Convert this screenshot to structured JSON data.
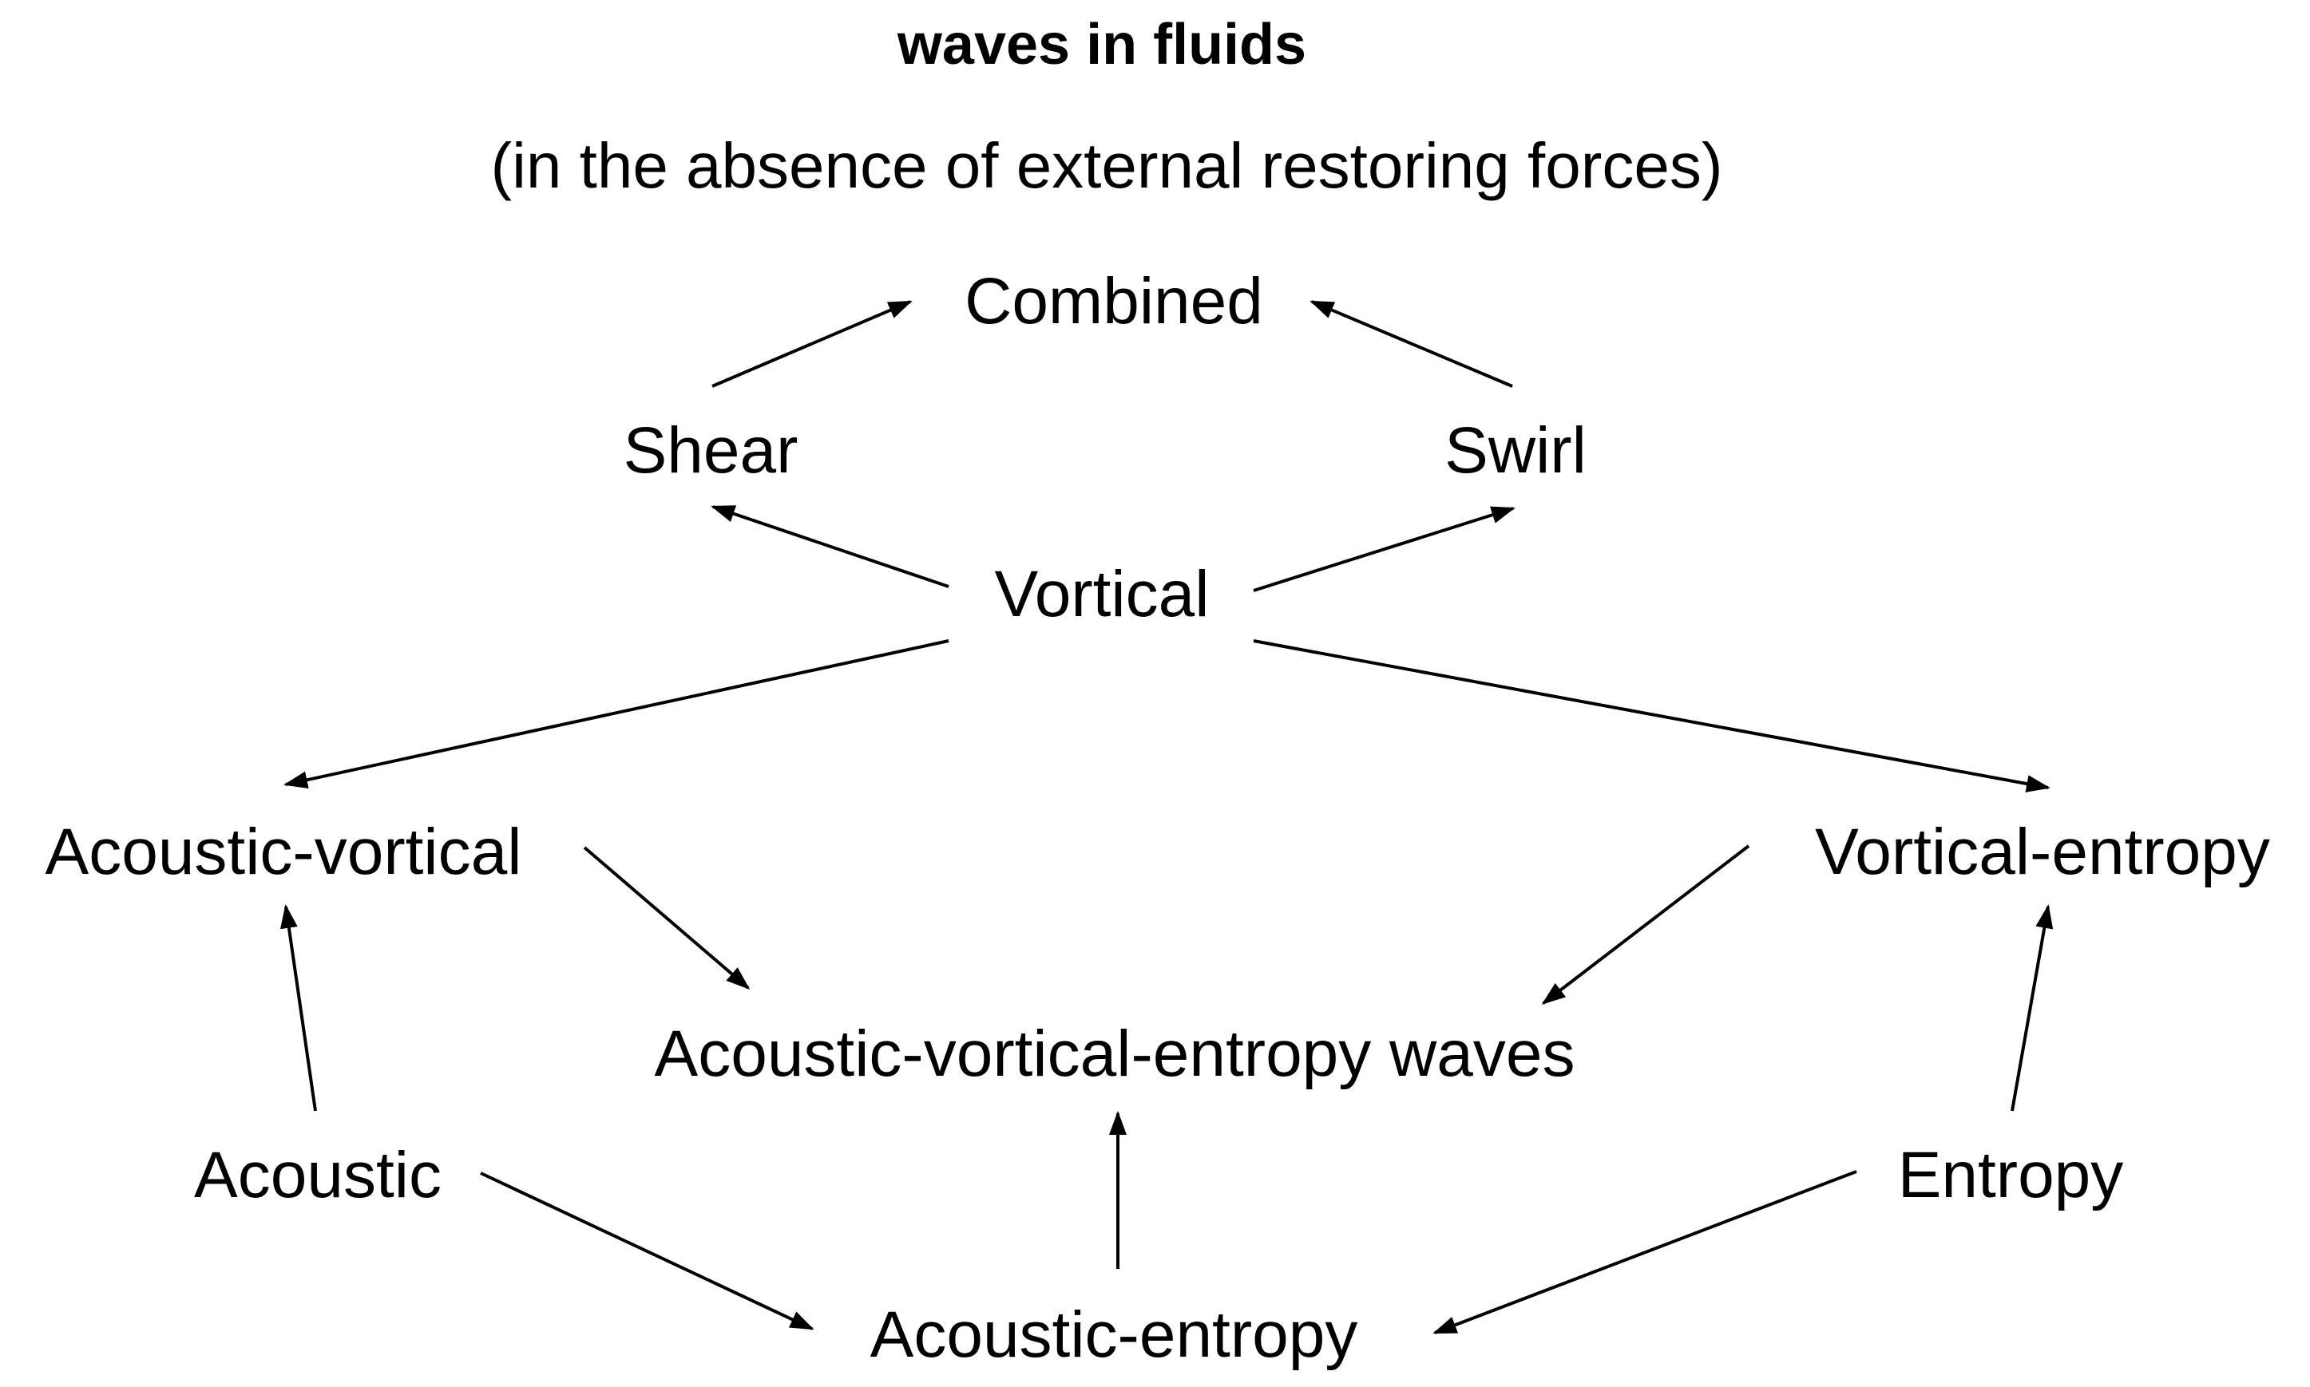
{
  "title": "waves in fluids",
  "subtitle": "(in the absence of external restoring forces)",
  "nodes": {
    "combined": "Combined",
    "shear": "Shear",
    "swirl": "Swirl",
    "vortical": "Vortical",
    "acoustic_vortical": "Acoustic-vortical",
    "vortical_entropy": "Vortical-entropy",
    "ave": "Acoustic-vortical-entropy waves",
    "acoustic": "Acoustic",
    "entropy": "Entropy",
    "acoustic_entropy": "Acoustic-entropy"
  },
  "edges": [
    {
      "from": "Shear",
      "to": "Combined"
    },
    {
      "from": "Swirl",
      "to": "Combined"
    },
    {
      "from": "Vortical",
      "to": "Shear"
    },
    {
      "from": "Vortical",
      "to": "Swirl"
    },
    {
      "from": "Vortical",
      "to": "Acoustic-vortical"
    },
    {
      "from": "Vortical",
      "to": "Vortical-entropy"
    },
    {
      "from": "Acoustic-vortical",
      "to": "Acoustic-vortical-entropy waves"
    },
    {
      "from": "Vortical-entropy",
      "to": "Acoustic-vortical-entropy waves"
    },
    {
      "from": "Acoustic",
      "to": "Acoustic-vortical"
    },
    {
      "from": "Entropy",
      "to": "Vortical-entropy"
    },
    {
      "from": "Acoustic",
      "to": "Acoustic-entropy"
    },
    {
      "from": "Entropy",
      "to": "Acoustic-entropy"
    },
    {
      "from": "Acoustic-entropy",
      "to": "Acoustic-vortical-entropy waves"
    }
  ]
}
